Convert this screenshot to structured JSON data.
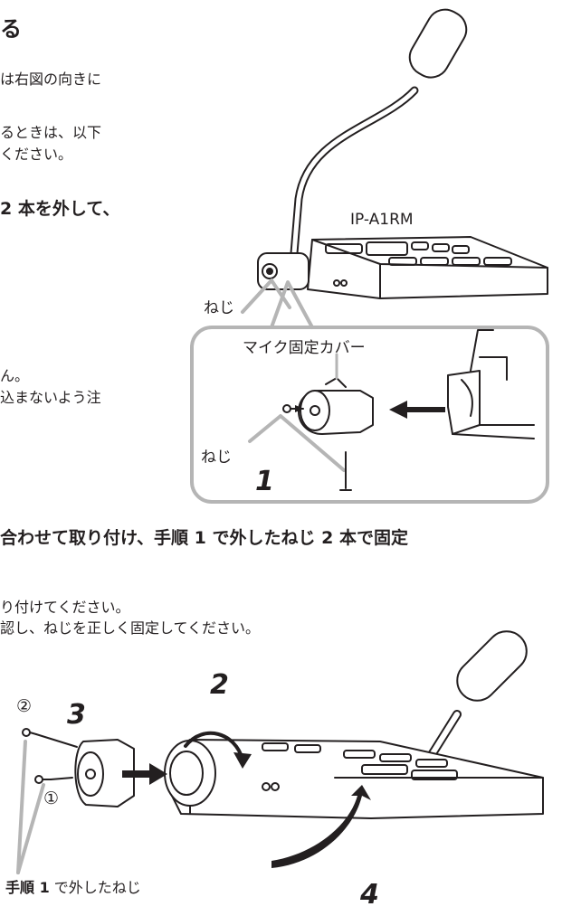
{
  "heading": "る",
  "intro": {
    "line1": "は右図の向きに",
    "line2": "るときは、以下",
    "line3": "ください。"
  },
  "step1_title": "2 本を外して、",
  "note": {
    "line1": "ん。",
    "line2": "込まないよう注"
  },
  "figure_top": {
    "model_label": "IP-A1RM",
    "screw_label_outer": "ねじ",
    "cover_label": "マイク固定カバー",
    "screw_label_inner": "ねじ",
    "step_number": "1"
  },
  "step2_title": "合わせて取り付け、手順 1 で外したねじ 2 本で固定",
  "step2_notes": {
    "line1": "り付けてください。",
    "line2": "認し、ねじを正しく固定してください。"
  },
  "figure_bottom": {
    "marker_2": "②",
    "marker_1": "①",
    "step_2": "2",
    "step_3": "3",
    "step_4": "4",
    "caption_bold": "手順 1",
    "caption_rest": " で外したねじ"
  },
  "colors": {
    "text": "#231f20",
    "outline": "#231f20",
    "callout": "#b5b5b5"
  }
}
